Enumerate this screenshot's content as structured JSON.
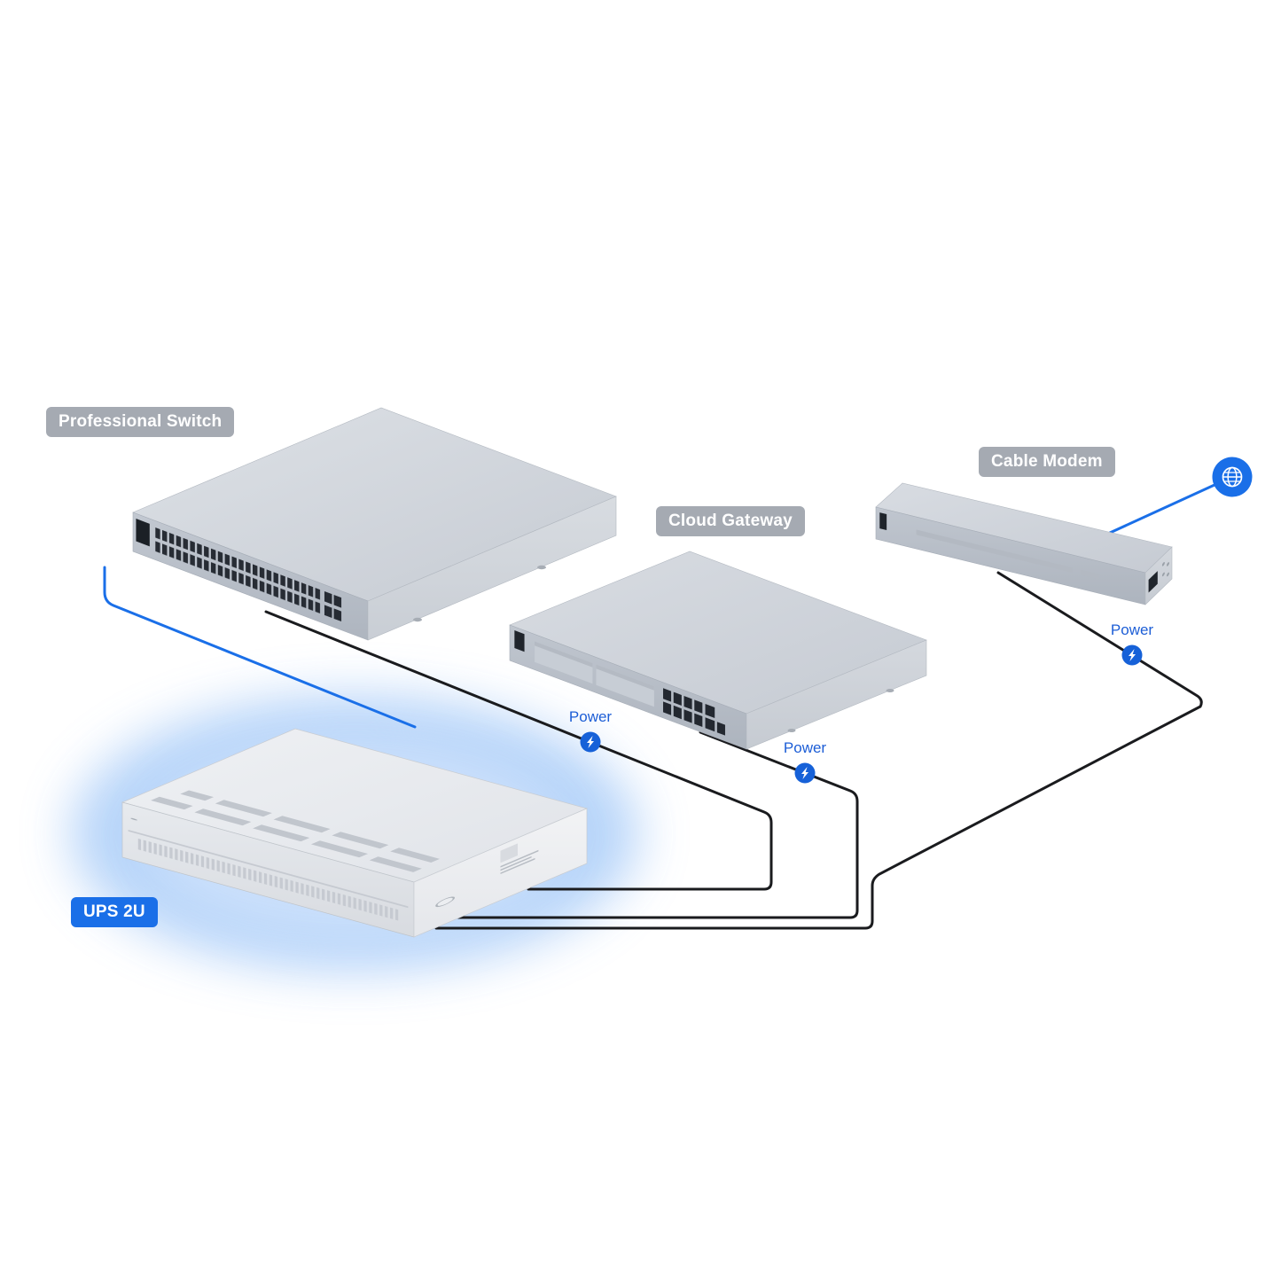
{
  "devices": {
    "switch": {
      "label": "Professional Switch"
    },
    "gateway": {
      "label": "Cloud Gateway"
    },
    "modem": {
      "label": "Cable Modem"
    },
    "ups": {
      "label": "UPS 2U"
    }
  },
  "power_labels": [
    {
      "text": "Power"
    },
    {
      "text": "Power"
    },
    {
      "text": "Power"
    }
  ],
  "icons": {
    "internet": "globe-icon",
    "power": "lightning-bolt-icon"
  },
  "colors": {
    "accent_blue": "#1a6fe8",
    "data_line": "#1a6fe8",
    "power_line": "#1a1b1e",
    "badge_gray": "#9ea4ac",
    "badge_blue": "#1a6fe8",
    "power_text": "#1d5ed6",
    "bolt_circle": "#1661d8",
    "ups_glow": "#a9ccf8"
  },
  "connections": [
    {
      "from": "internet",
      "to": "modem",
      "type": "data"
    },
    {
      "from": "switch",
      "to": "ups",
      "type": "data"
    },
    {
      "from": "ups",
      "to": "switch",
      "type": "power"
    },
    {
      "from": "ups",
      "to": "gateway",
      "type": "power"
    },
    {
      "from": "ups",
      "to": "modem",
      "type": "power"
    }
  ]
}
